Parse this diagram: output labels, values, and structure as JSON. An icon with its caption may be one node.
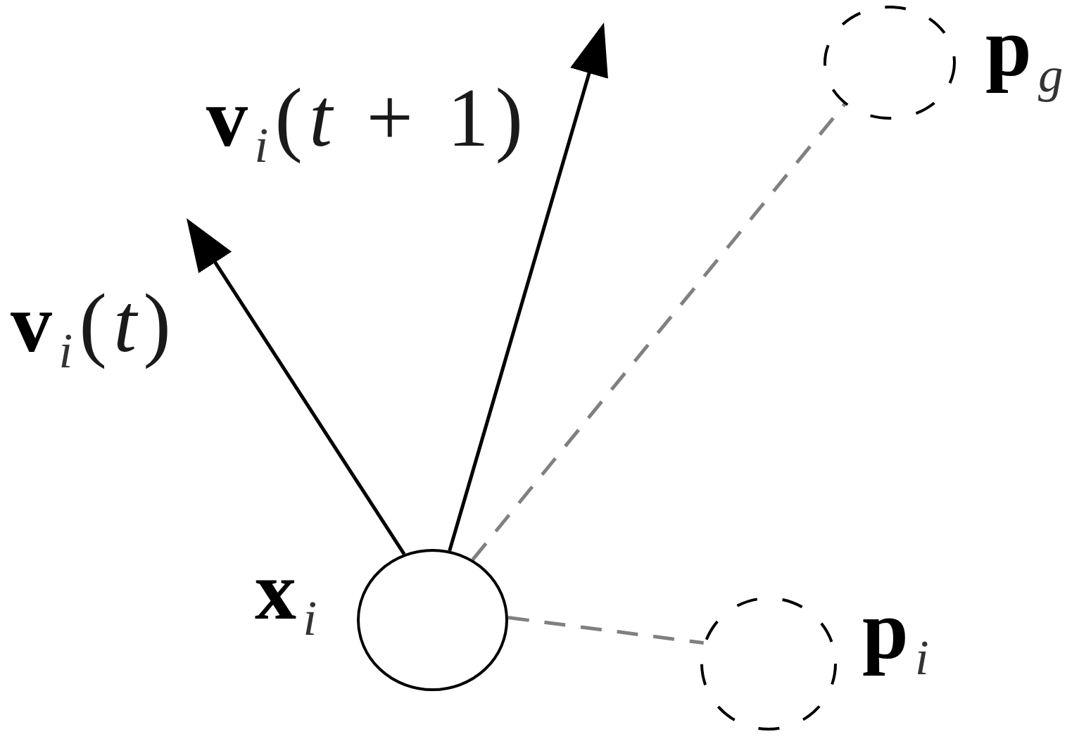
{
  "diagram": {
    "nodes": [
      {
        "text": [],
        "shape": "circle",
        "beside": [
          "**x**$_{i}$"
        ]
      },
      {
        "text": [],
        "shape": "circle",
        "beside": [
          "**p**$_{g}$"
        ]
      },
      {
        "text": [],
        "shape": "circle",
        "beside": [
          "**p**$_{i}$"
        ]
      }
    ],
    "edges": [
      {
        "from": 0,
        "to": null,
        "arrow": "to",
        "label": "**v**$_{i}$(*t*)"
      },
      {
        "from": 0,
        "to": null,
        "arrow": "to",
        "label": "**v**$_{i}$(*t* + 1)"
      },
      {
        "from": 0,
        "to": 1,
        "arrow": "none",
        "style": "dashed",
        "color": "#808080"
      },
      {
        "from": 0,
        "to": 2,
        "arrow": "none",
        "style": "dashed",
        "color": "#808080"
      }
    ]
  }
}
